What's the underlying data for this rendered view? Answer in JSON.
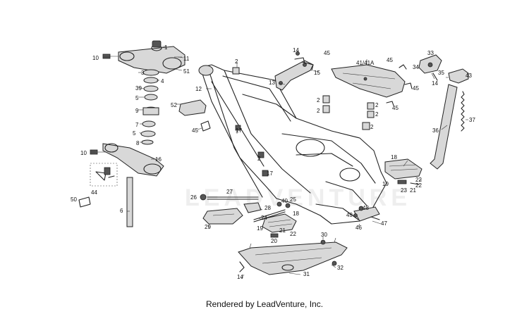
{
  "footer": "Rendered by LeadVenture, Inc.",
  "watermark": "LEADVENTURE",
  "callouts": [
    "1",
    "11",
    "10",
    "51",
    "3",
    "4",
    "39",
    "5",
    "9",
    "7",
    "5",
    "8",
    "10",
    "16",
    "44",
    "50",
    "6",
    "52",
    "45",
    "12",
    "2",
    "17",
    "2",
    "26",
    "27",
    "13",
    "15",
    "14",
    "45",
    "41/41A",
    "45",
    "2",
    "2",
    "45",
    "2",
    "2",
    "2",
    "17",
    "33",
    "34",
    "35",
    "43",
    "14",
    "45",
    "36",
    "37",
    "18",
    "19",
    "23",
    "21",
    "22",
    "22",
    "28",
    "24",
    "40",
    "25",
    "18",
    "21",
    "19",
    "20",
    "22",
    "29",
    "30",
    "48",
    "49",
    "46",
    "47",
    "14",
    "31",
    "32"
  ],
  "colors": {
    "line": "#222222",
    "fill": "#d8d8d8",
    "watermark": "#eeeeee"
  }
}
